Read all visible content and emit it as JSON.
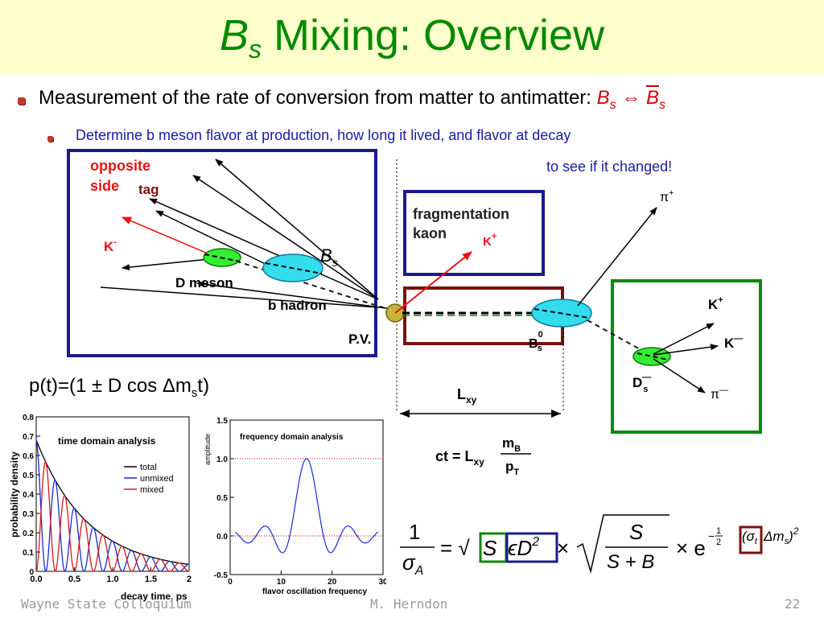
{
  "slide": {
    "title_symbol": "B",
    "title_sub": "s",
    "title_rest": " Mixing: Overview",
    "bullet1_text": "Measurement of the rate of conversion from matter to antimatter: ",
    "bullet1_symbol_left": "B",
    "bullet1_symbol_left_sub": "s",
    "bullet1_arrow": " ⇔ ",
    "bullet1_symbol_right": "B",
    "bullet1_symbol_right_sub": "s",
    "bullet2_text": "Determine b meson flavor at production, how long it lived, and flavor at decay",
    "bullet2_cont": "to see if it changed!",
    "formula_prefix": "p(t)=(1 ± D cos Δm",
    "formula_sub": "s",
    "formula_suffix": "t)"
  },
  "diagram": {
    "opposite_side": "opposite",
    "opposite_side2": "side",
    "tag": "tag",
    "k_minus": "K",
    "k_minus_sup": "-",
    "d_meson": "D meson",
    "b_hadron": "b hadron",
    "pv": "P.V.",
    "bs_label": "B",
    "bs_label_sub": "s",
    "fragmentation": "fragmentation",
    "kaon": "kaon",
    "k_plus": "K",
    "k_plus_sup": "+",
    "pi_plus": "π",
    "pi_plus_sup": "+",
    "bs0": "B",
    "bs0_sup": "0",
    "bs0_sub": "s",
    "kplus_right": "K",
    "kplus_right_sup": "+",
    "kminus_right": "K",
    "kminus_right_sup": "—",
    "pi_minus": "π",
    "pi_minus_sup": "—",
    "ds": "D",
    "ds_sup": "—",
    "ds_sub": "s",
    "lxy": "L",
    "lxy_sub": "xy",
    "ct_lhs": "ct = L",
    "ct_sub": "xy",
    "ct_num": "m",
    "ct_num_sub": "B",
    "ct_den": "p",
    "ct_den_sub": "T",
    "colors": {
      "blue_box": "#1a1a8c",
      "red_box": "#7a1010",
      "green_box": "#0a8a0a",
      "ellipse": "#33ddee",
      "green_ellipse": "#33ee33",
      "red_arrow": "#ee1111"
    }
  },
  "sigma_formula": {
    "lhs_num": "1",
    "lhs_den": "σ",
    "lhs_den_sub": "A",
    "eq": "= √",
    "s": "S",
    "eps": "ϵD",
    "eps_sup": "2",
    "times": "×",
    "frac_num": "S",
    "frac_den": "S + B",
    "times2": "× e",
    "exp": "−",
    "exp_half_num": "1",
    "exp_half_den": "2",
    "exp_sigma": "(σ",
    "exp_sigma_sub": "t",
    "exp_dm": "Δm",
    "exp_dm_sub": "s",
    "exp_close": ")",
    "exp_pow": "2"
  },
  "footer": {
    "left": "Wayne State Colloquium",
    "center": "M. Herndon",
    "page": "22"
  },
  "chart_data": [
    {
      "type": "line",
      "title": "time domain analysis",
      "xlabel": "decay time, ps",
      "ylabel": "probability density",
      "xlim": [
        0,
        2
      ],
      "ylim": [
        0,
        0.8
      ],
      "xticks": [
        "0.0",
        "0.5",
        "1.0",
        "1.5",
        "2"
      ],
      "yticks": [
        "0",
        "0.1",
        "0.2",
        "0.3",
        "0.4",
        "0.5",
        "0.6",
        "0.7",
        "0.8"
      ],
      "legend": [
        "total",
        "unmixed",
        "mixed"
      ],
      "legend_position": "right",
      "series": [
        {
          "name": "total",
          "color": "#000000",
          "tau": 0.68,
          "amplitude": 0.68
        },
        {
          "name": "unmixed",
          "color": "#1a2ad6",
          "tau": 0.68,
          "amplitude": 0.68,
          "oscillation_freq": 8.0
        },
        {
          "name": "mixed",
          "color": "#d61a1a",
          "tau": 0.68,
          "amplitude": 0.68,
          "oscillation_freq": 8.0
        }
      ]
    },
    {
      "type": "line",
      "title": "frequency domain analysis",
      "xlabel": "flavor oscillation frequency",
      "ylabel": "amplitude",
      "xlim": [
        0,
        30
      ],
      "ylim": [
        -0.5,
        1.5
      ],
      "xticks": [
        "0",
        "10",
        "20",
        "30"
      ],
      "yticks": [
        "-0.5",
        "0.0",
        "0.5",
        "1.0",
        "1.5"
      ],
      "reference_line": 1.0,
      "peak_x": 15,
      "peak_y": 1.0,
      "series": [
        {
          "name": "",
          "color": "#1a2ad6"
        }
      ]
    }
  ]
}
